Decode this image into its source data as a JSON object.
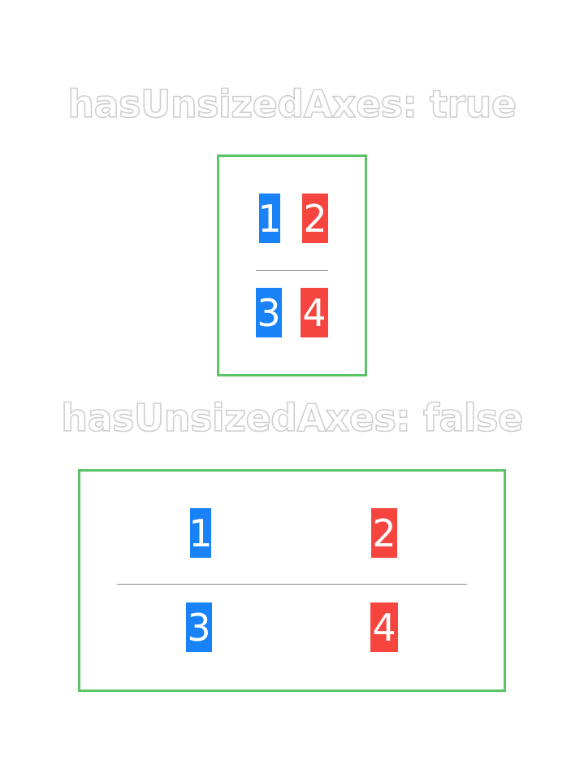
{
  "top_section": {
    "title": "hasUnsizedAxes: true",
    "cells": [
      "1",
      "2",
      "3",
      "4"
    ]
  },
  "bottom_section": {
    "title": "hasUnsizedAxes: false",
    "cells": [
      "1",
      "2",
      "3",
      "4"
    ]
  },
  "colors": {
    "blue": "#1a82f7",
    "red": "#f6453e",
    "frame": "#5ac466",
    "divider": "#8a8a8a",
    "title_outline": "#cfcfcf"
  }
}
